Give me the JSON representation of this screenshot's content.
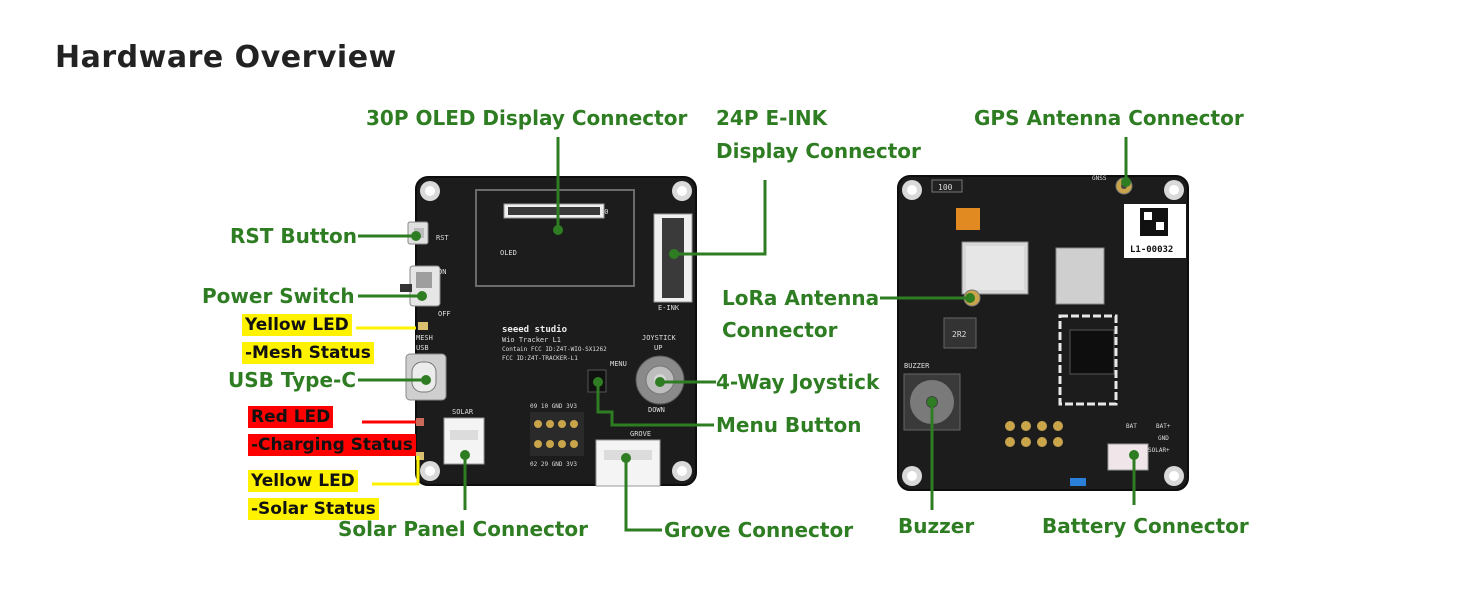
{
  "title": "Hardware Overview",
  "colors": {
    "label": "#2e7d22",
    "yellow_tag": "#fff200",
    "red_tag": "#ff0000",
    "board": "#1c1c1c"
  },
  "labels": {
    "oled_connector": "30P OLED Display Connector",
    "eink_line1": "24P E-INK",
    "eink_line2": "Display Connector",
    "gps_antenna": "GPS Antenna Connector",
    "rst_button": "RST Button",
    "power_switch": "Power Switch",
    "usb_type_c": "USB Type-C",
    "lora_line1": "LoRa Antenna",
    "lora_line2": "Connector",
    "joystick": "4-Way Joystick",
    "menu_button": "Menu Button",
    "solar_connector": "Solar Panel Connector",
    "grove_connector": "Grove Connector",
    "buzzer": "Buzzer",
    "battery_connector": "Battery Connector"
  },
  "tags": {
    "yellow_led_mesh_1": "Yellow LED",
    "yellow_led_mesh_2": "-Mesh Status",
    "red_led_1": "Red LED",
    "red_led_2": "-Charging Status",
    "yellow_led_solar_1": "Yellow LED",
    "yellow_led_solar_2": "-Solar Status"
  },
  "board_silkscreen": {
    "brand": "seeed studio",
    "model": "Wio Tracker L1",
    "fcc_1": "Contain FCC ID:Z4T-WIO-SX1262",
    "fcc_2": "FCC ID:Z4T-TRACKER-L1",
    "oled": "OLED",
    "eink": "E-INK",
    "joystick": "JOYSTICK",
    "up": "UP",
    "down": "DOWN",
    "menu": "MENU",
    "rst": "RST",
    "on": "ON",
    "off": "OFF",
    "mesh": "MESH",
    "usb": "USB",
    "solar": "SOLAR",
    "grove": "GROVE",
    "thirty": "30",
    "pins_row1": "09 10 GND 3V3",
    "pins_row2": "02 29 GND 3V3",
    "gnss": "GNSS",
    "buzzer": "BUZZER",
    "bat": "BAT",
    "bat_plus": "BAT+",
    "gnd": "GND",
    "solar_plus": "SOLAR+",
    "resistor": "100",
    "inductor": "2R2",
    "qr_id": "L1-00032"
  }
}
